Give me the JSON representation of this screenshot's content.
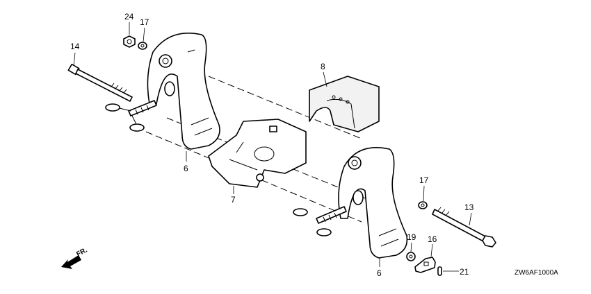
{
  "diagram": {
    "callouts": {
      "nut_24": "24",
      "washer_17_top": "17",
      "bolt_14": "14",
      "spacer_8": "8",
      "bracket_6_left": "6",
      "swivel_7": "7",
      "washer_17_right": "17",
      "bolt_13": "13",
      "nut_19": "19",
      "lever_16": "16",
      "pin_21": "21",
      "bracket_6_right": "6"
    },
    "direction_label": "FR.",
    "drawing_code": "ZW6AF1000A"
  }
}
